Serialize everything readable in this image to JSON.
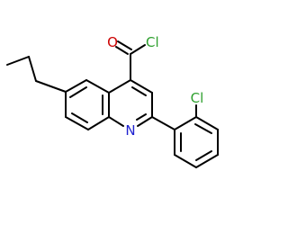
{
  "colors": {
    "bond": "#000000",
    "oxygen": "#cc0000",
    "chlorine": "#2ea02e",
    "nitrogen": "#1f22d0"
  },
  "atoms": {
    "O": "O",
    "Cl_acyl": "Cl",
    "Cl_aryl": "Cl",
    "N": "N"
  }
}
